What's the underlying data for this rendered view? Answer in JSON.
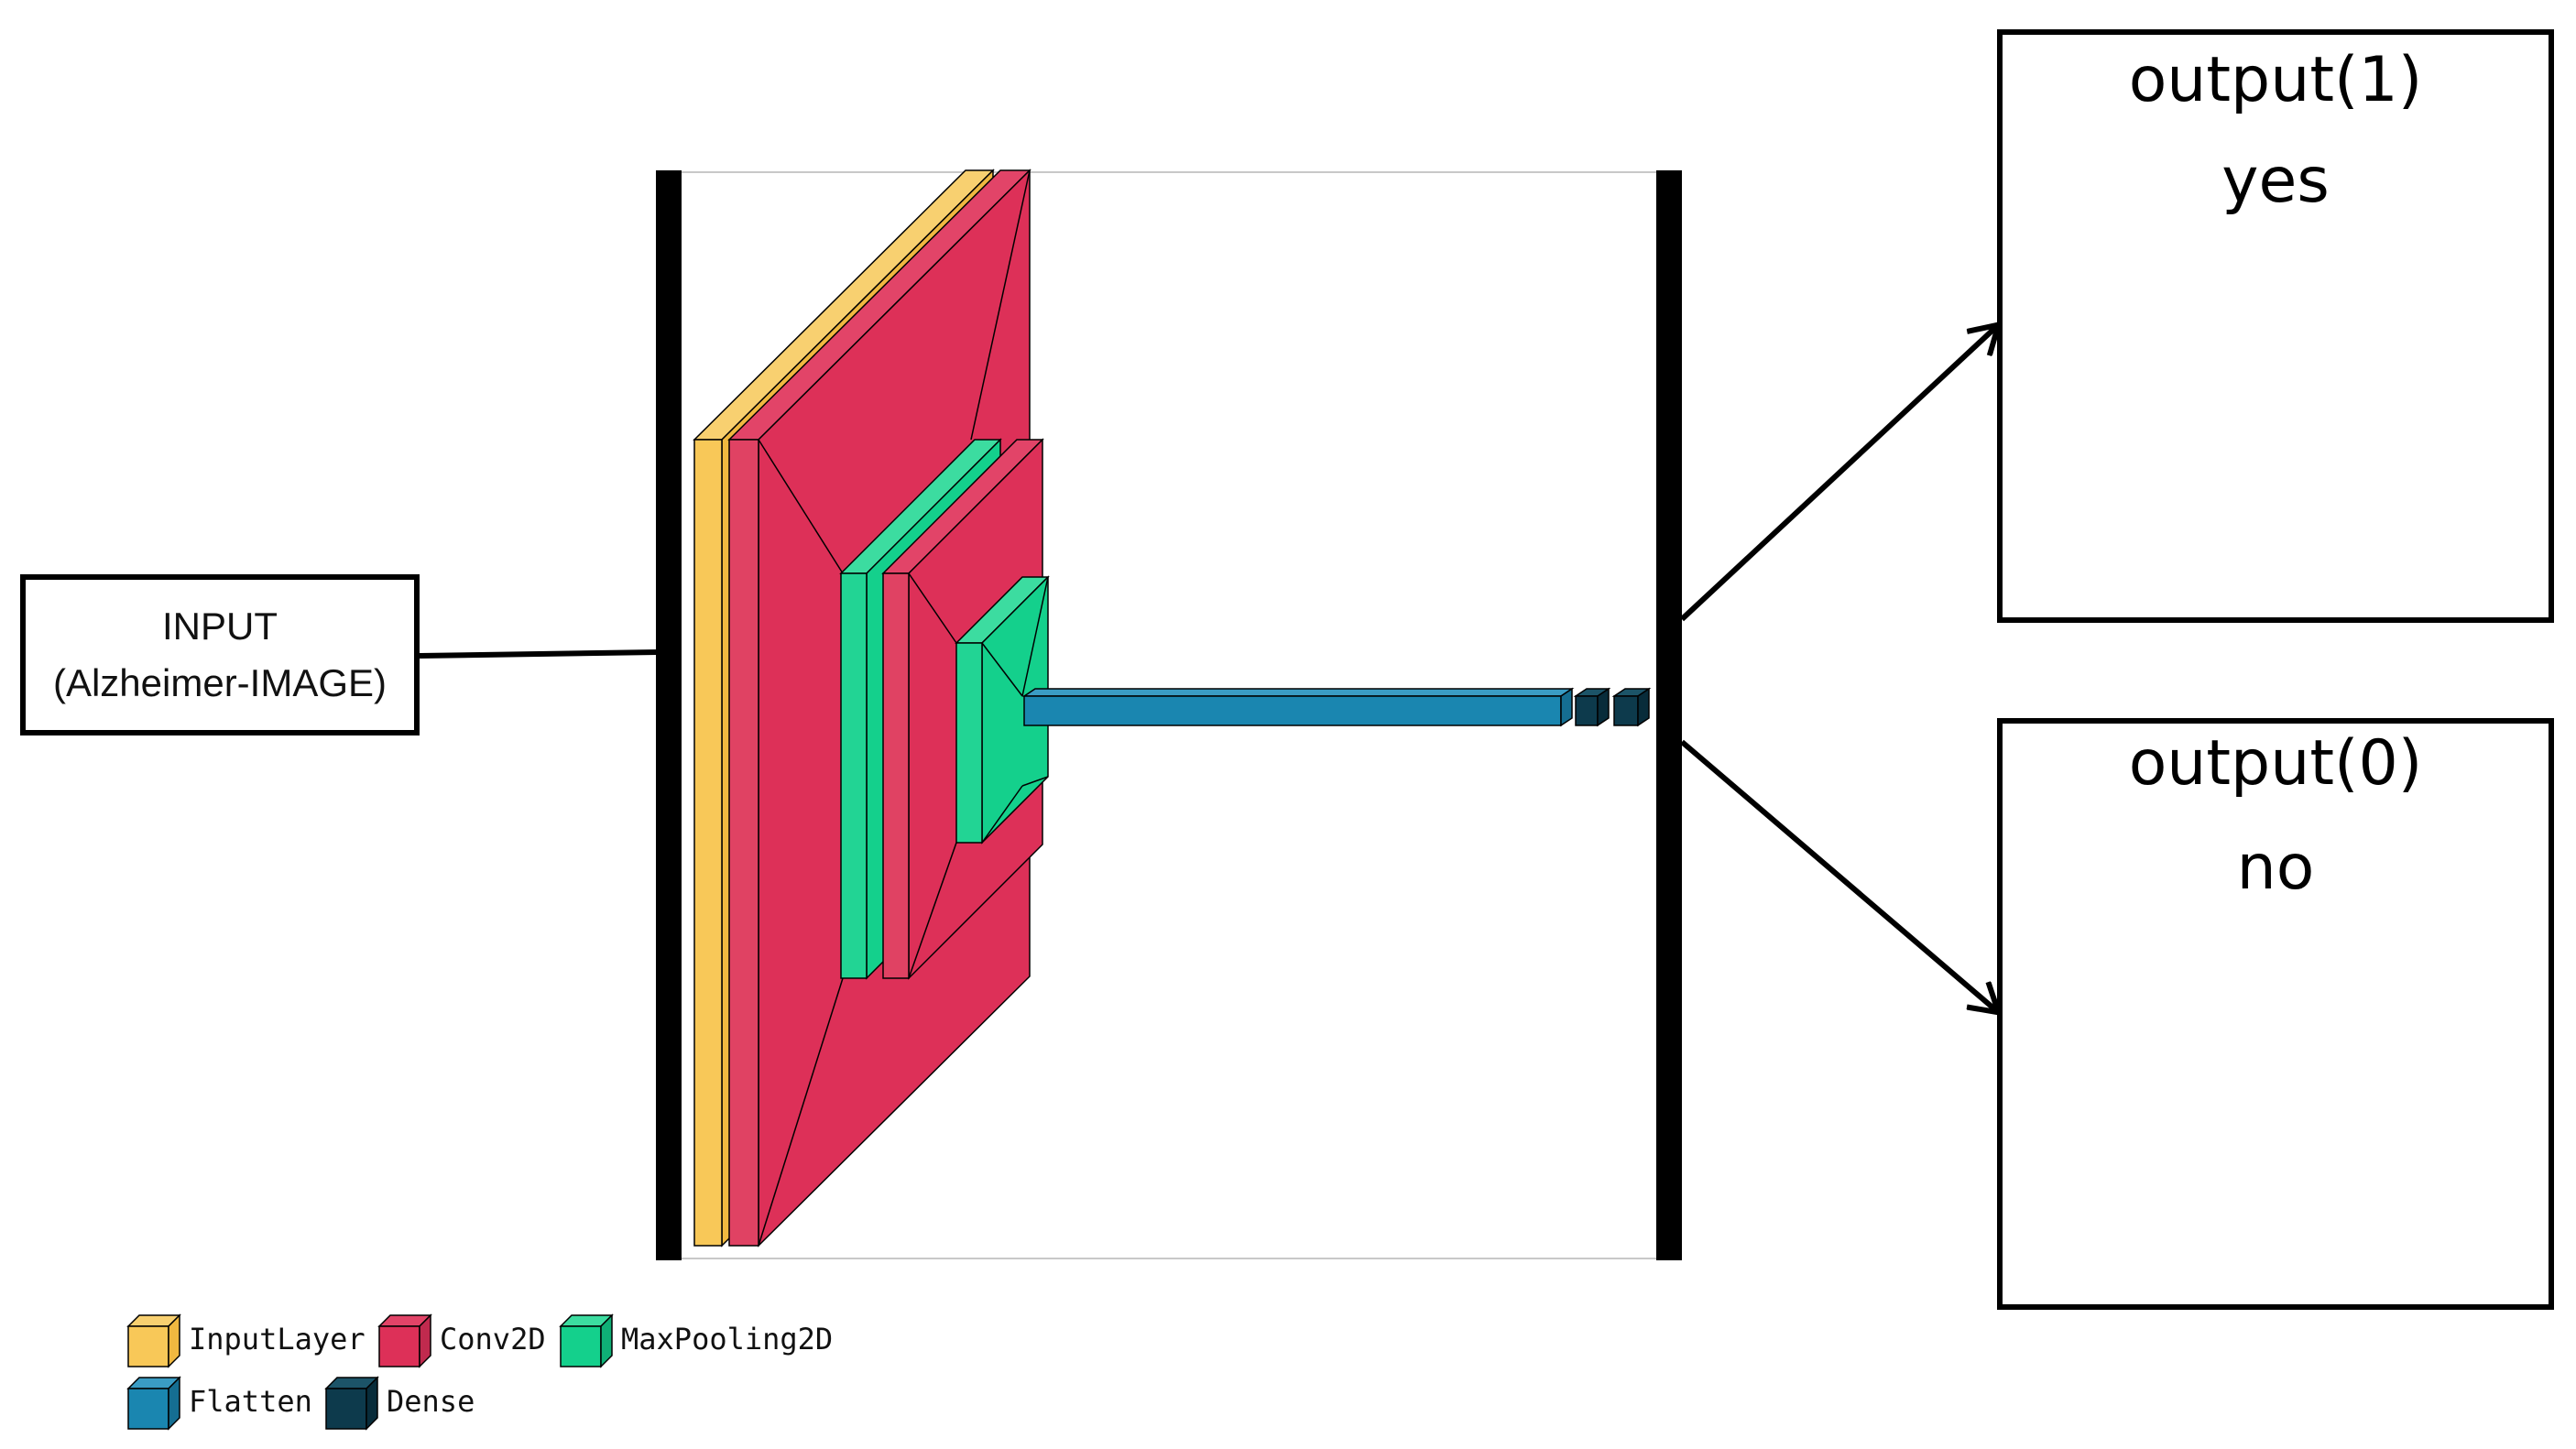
{
  "input_box": {
    "line1": "INPUT",
    "line2": "(Alzheimer-IMAGE)"
  },
  "outputs": [
    {
      "title": "output(1)",
      "answer": "yes"
    },
    {
      "title": "output(0)",
      "answer": "no"
    }
  ],
  "legend": [
    {
      "label": "InputLayer",
      "color": "#F8C858"
    },
    {
      "label": "Conv2D",
      "color": "#DD3058"
    },
    {
      "label": "MaxPooling2D",
      "color": "#14D08C"
    },
    {
      "label": "Flatten",
      "color": "#1A86B0"
    },
    {
      "label": "Dense",
      "color": "#0D3A4C"
    }
  ]
}
